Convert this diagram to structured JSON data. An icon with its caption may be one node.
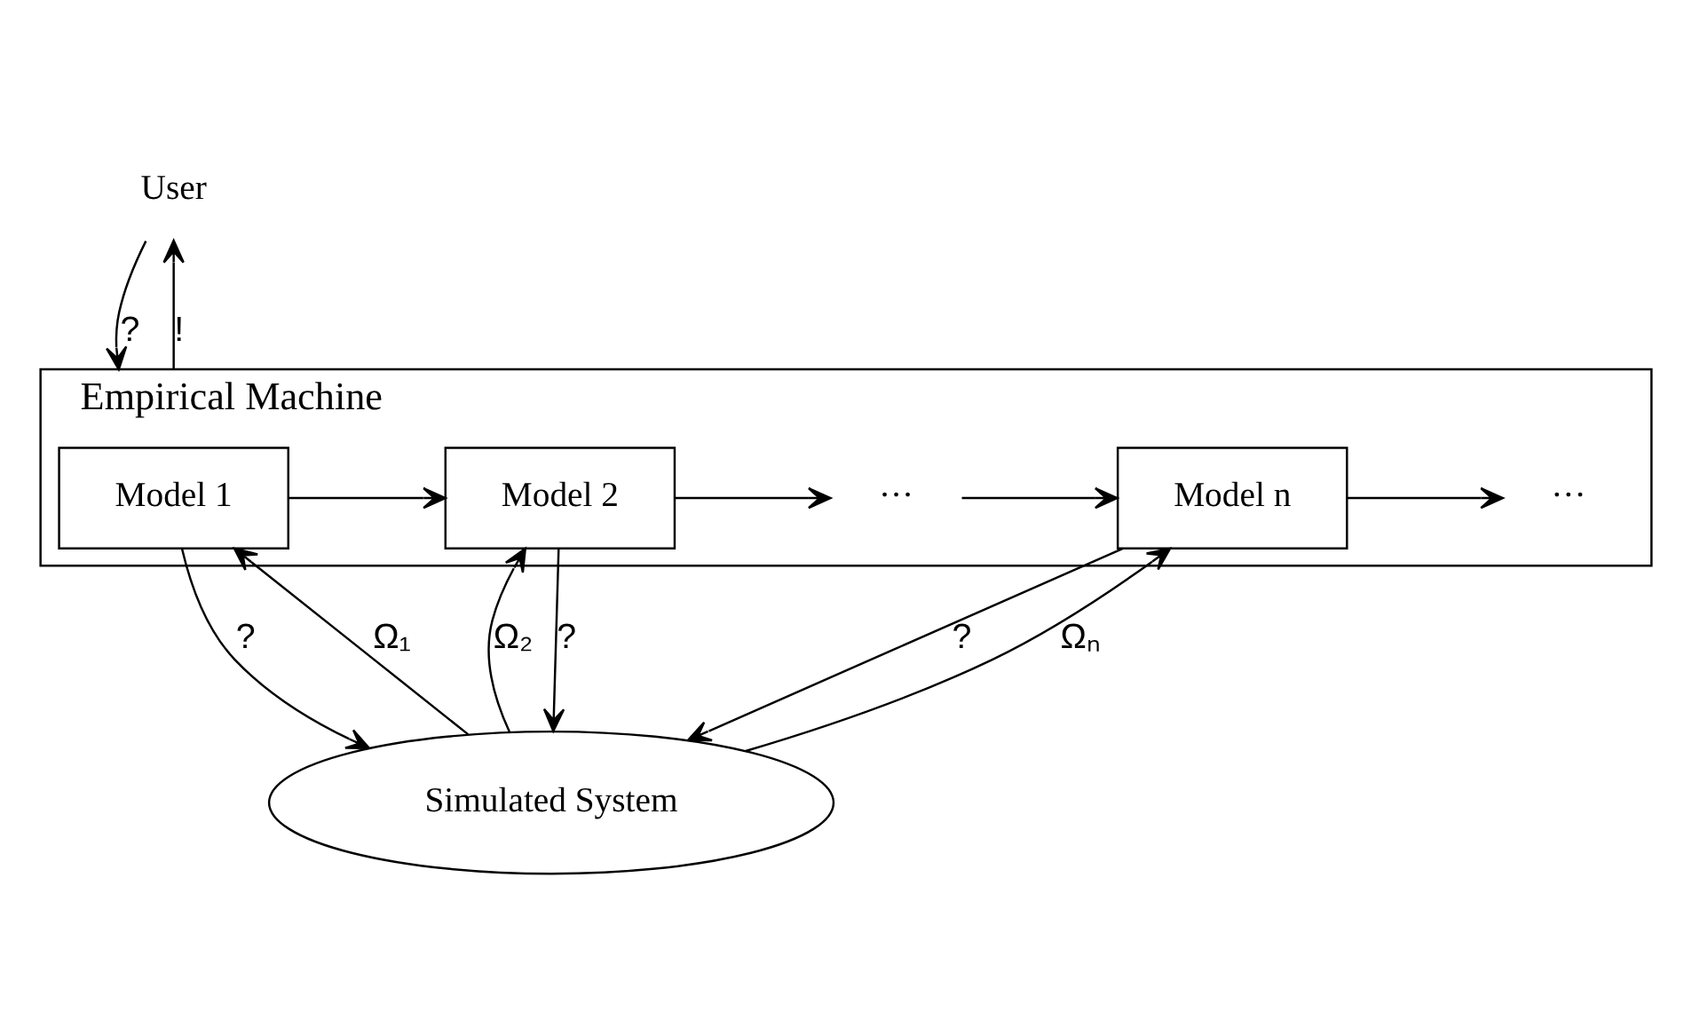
{
  "diagram": {
    "nodes": [
      {
        "text": [
          "User"
        ]
      },
      {
        "text": [
          "Empirical Machine"
        ]
      },
      {
        "text": [
          "Model 1"
        ],
        "in": 1
      },
      {
        "text": [
          "Model 2"
        ],
        "in": 1
      },
      {
        "text": [
          "···"
        ],
        "in": 1
      },
      {
        "text": [
          "Model n"
        ],
        "in": 1
      },
      {
        "text": [
          "···"
        ],
        "in": 1
      },
      {
        "text": [
          "Simulated System"
        ]
      }
    ],
    "edges": [
      {
        "from": 0,
        "to": 1,
        "arrow": "to",
        "label": "?"
      },
      {
        "from": 1,
        "to": 0,
        "arrow": "to",
        "label": "!"
      },
      {
        "from": 2,
        "to": 3,
        "arrow": "to"
      },
      {
        "from": 3,
        "to": 4,
        "arrow": "to"
      },
      {
        "from": 4,
        "to": 5,
        "arrow": "to"
      },
      {
        "from": 5,
        "to": 6,
        "arrow": "to"
      },
      {
        "from": 2,
        "to": 7,
        "arrow": "to",
        "label": "?"
      },
      {
        "from": 7,
        "to": 2,
        "arrow": "to",
        "label": "Ω₁"
      },
      {
        "from": 3,
        "to": 7,
        "arrow": "to",
        "label": "?"
      },
      {
        "from": 7,
        "to": 3,
        "arrow": "to",
        "label": "Ω₂"
      },
      {
        "from": 5,
        "to": 7,
        "arrow": "to",
        "label": "?"
      },
      {
        "from": 7,
        "to": 5,
        "arrow": "to",
        "label": "Ωₙ"
      }
    ]
  }
}
